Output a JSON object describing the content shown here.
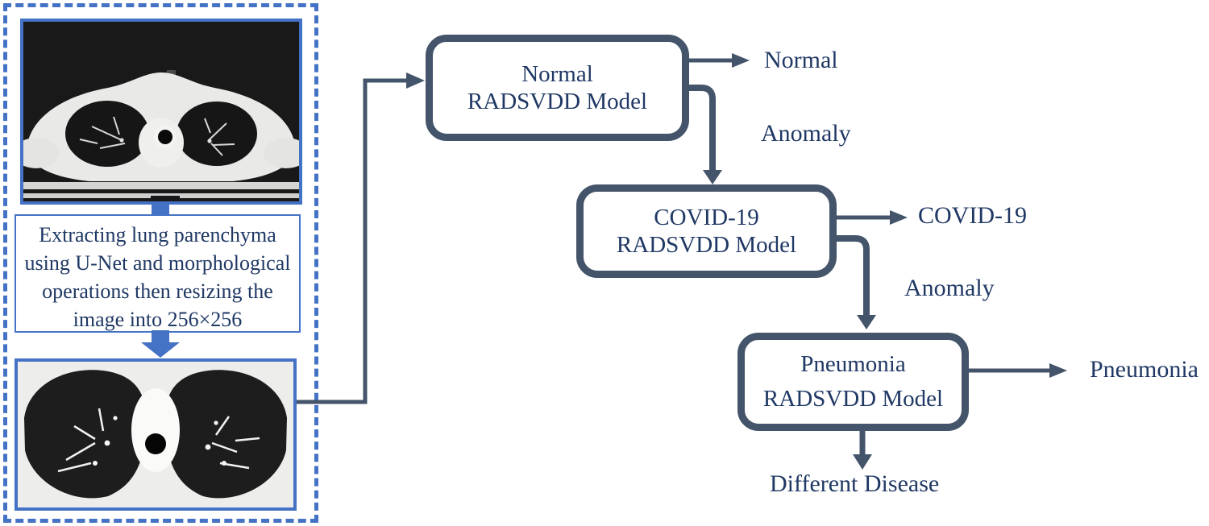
{
  "figure": {
    "panel": {
      "caption_lines": [
        "Extracting lung parenchyma",
        "using U-Net and morphological",
        "operations then resizing the",
        "image into 256×256"
      ],
      "input_image": "axial-chest-ct-scan",
      "output_image": "extracted-lung-parenchyma-256x256"
    },
    "nodes": {
      "normal": {
        "line1": "Normal",
        "line2": "RADSVDD Model"
      },
      "covid": {
        "line1": "COVID-19",
        "line2": "RADSVDD Model"
      },
      "pneumonia": {
        "line1": "Pneumonia",
        "line2": "RADSVDD Model"
      }
    },
    "labels": {
      "normal_out": "Normal",
      "anomaly_1": "Anomaly",
      "covid_out": "COVID-19",
      "anomaly_2": "Anomaly",
      "pneumonia_out": "Pneumonia",
      "different_disease": "Different Disease"
    },
    "colors": {
      "accent_blue": "#4472C4",
      "connector_slate": "#44546A",
      "text_navy": "#1F3864"
    }
  }
}
